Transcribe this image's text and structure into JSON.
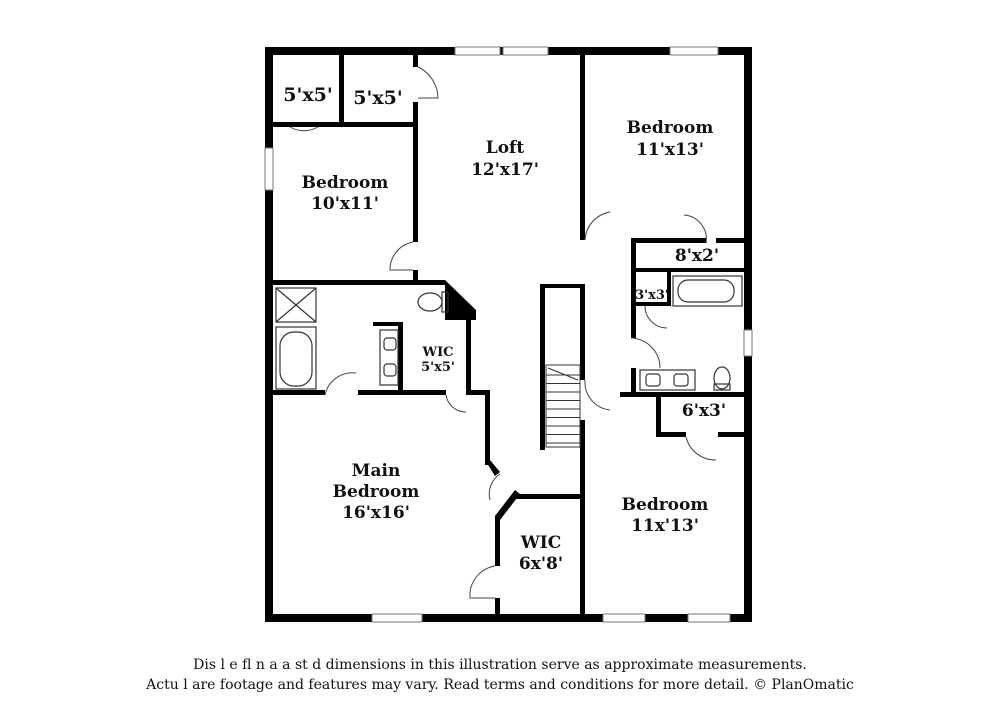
{
  "rooms": {
    "closet_a": {
      "size": "5'x5'"
    },
    "closet_b": {
      "size": "5'x5'"
    },
    "loft": {
      "name": "Loft",
      "size": "12'x17'"
    },
    "bedroom_ne": {
      "name": "Bedroom",
      "size": "11'x13'"
    },
    "bedroom_nw": {
      "name": "Bedroom",
      "size": "10'x11'"
    },
    "closet_8x2": {
      "size": "8'x2'"
    },
    "closet_3x3": {
      "size": "3'x3'"
    },
    "wic_small": {
      "name": "WIC",
      "size": "5'x5'"
    },
    "closet_6x3": {
      "size": "6'x3'"
    },
    "main_bedroom": {
      "name1": "Main",
      "name2": "Bedroom",
      "size": "16'x16'"
    },
    "wic_main": {
      "name": "WIC",
      "size": "6x'8'"
    },
    "bedroom_se": {
      "name": "Bedroom",
      "size": "11x'13'"
    }
  },
  "disclaimer": {
    "line1": "Dis          l  e fl      n  a  a    st    d dimensions in this illustration serve as approximate measurements.",
    "line2": "Actu   l   are footage and features may vary. Read terms and conditions for more detail. © PlanOmatic"
  }
}
